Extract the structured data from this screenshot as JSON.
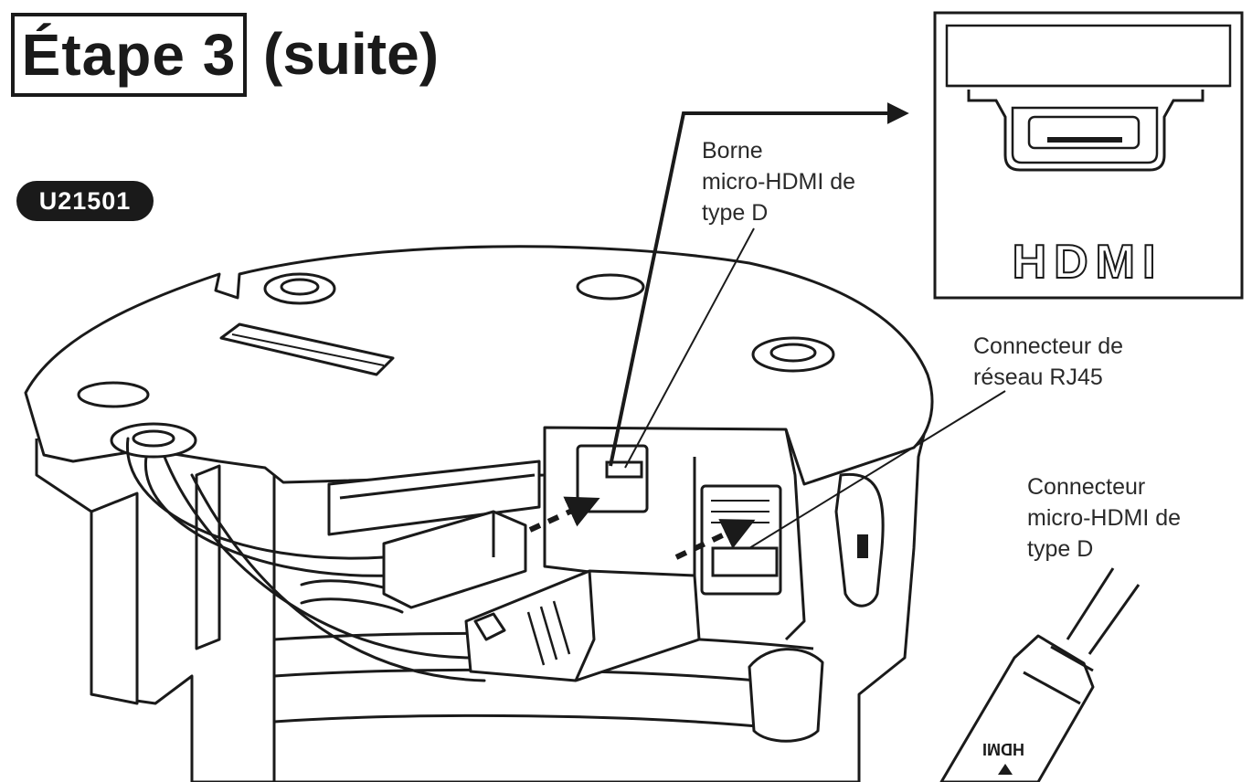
{
  "header": {
    "step_label": "Étape 3",
    "step_suffix": "(suite)"
  },
  "model_badge": "U21501",
  "callouts": {
    "hdmi_terminal": [
      "Borne",
      "micro-HDMI de",
      "type D"
    ],
    "rj45_connector": [
      "Connecteur de",
      "réseau RJ45"
    ],
    "hdmi_cable_connector": [
      "Connecteur",
      "micro-HDMI de",
      "type D"
    ]
  },
  "inset": {
    "logo_text": "HDMI"
  },
  "cable_plug_text": "HDMI",
  "colors": {
    "ink": "#1a1a1a",
    "paper": "#ffffff",
    "shade": "#e6e6e6"
  }
}
